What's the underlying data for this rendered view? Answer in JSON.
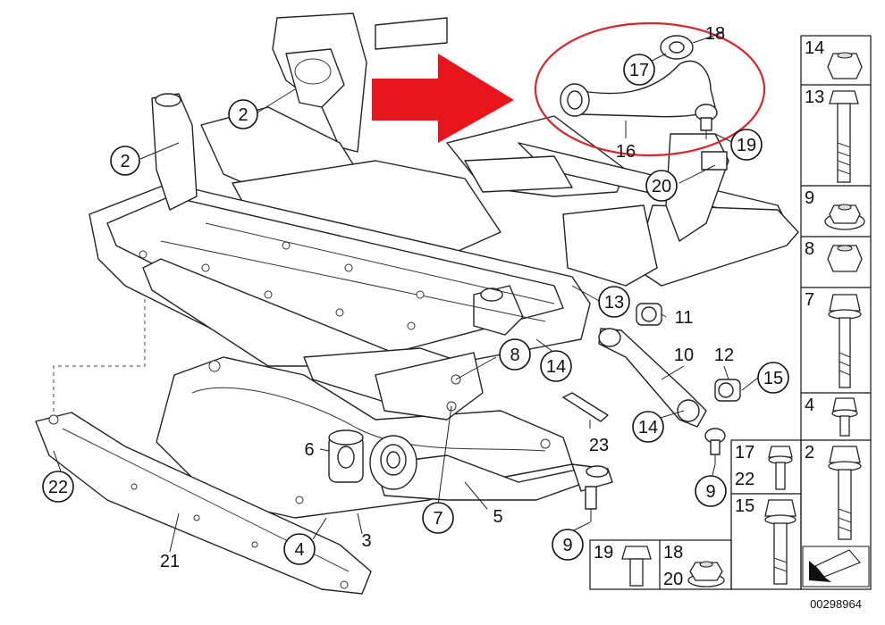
{
  "diagram": {
    "reference_number": "00298964",
    "callouts": [
      {
        "id": "c-2a",
        "text": "2"
      },
      {
        "id": "c-2b",
        "text": "2"
      },
      {
        "id": "c-16",
        "text": "16"
      },
      {
        "id": "c-17",
        "text": "17"
      },
      {
        "id": "c-18",
        "text": "18"
      },
      {
        "id": "c-19",
        "text": "19"
      },
      {
        "id": "c-20",
        "text": "20"
      },
      {
        "id": "c-13",
        "text": "13"
      },
      {
        "id": "c-11",
        "text": "11"
      },
      {
        "id": "c-10",
        "text": "10"
      },
      {
        "id": "c-12",
        "text": "12"
      },
      {
        "id": "c-15",
        "text": "15"
      },
      {
        "id": "c-14a",
        "text": "14"
      },
      {
        "id": "c-14b",
        "text": "14"
      },
      {
        "id": "c-8",
        "text": "8"
      },
      {
        "id": "c-23",
        "text": "23"
      },
      {
        "id": "c-6",
        "text": "6"
      },
      {
        "id": "c-7",
        "text": "7"
      },
      {
        "id": "c-5",
        "text": "5"
      },
      {
        "id": "c-9a",
        "text": "9"
      },
      {
        "id": "c-9b",
        "text": "9"
      },
      {
        "id": "c-22",
        "text": "22"
      },
      {
        "id": "c-21",
        "text": "21"
      },
      {
        "id": "c-4",
        "text": "4"
      },
      {
        "id": "c-3",
        "text": "3"
      }
    ],
    "hardware_panel": [
      {
        "id": "hw-14",
        "text": "14"
      },
      {
        "id": "hw-13",
        "text": "13"
      },
      {
        "id": "hw-9",
        "text": "9"
      },
      {
        "id": "hw-8",
        "text": "8"
      },
      {
        "id": "hw-7",
        "text": "7"
      },
      {
        "id": "hw-4",
        "text": "4"
      },
      {
        "id": "hw-2",
        "text": "2"
      }
    ],
    "hardware_grid": [
      {
        "id": "hg-17",
        "text": "17"
      },
      {
        "id": "hg-22",
        "text": "22"
      },
      {
        "id": "hg-15",
        "text": "15"
      },
      {
        "id": "hg-19",
        "text": "19"
      },
      {
        "id": "hg-18",
        "text": "18"
      },
      {
        "id": "hg-20",
        "text": "20"
      }
    ],
    "colors": {
      "highlight_arrow": "#e8141c",
      "highlight_ellipse": "#d9232a",
      "line": "#222222"
    }
  }
}
